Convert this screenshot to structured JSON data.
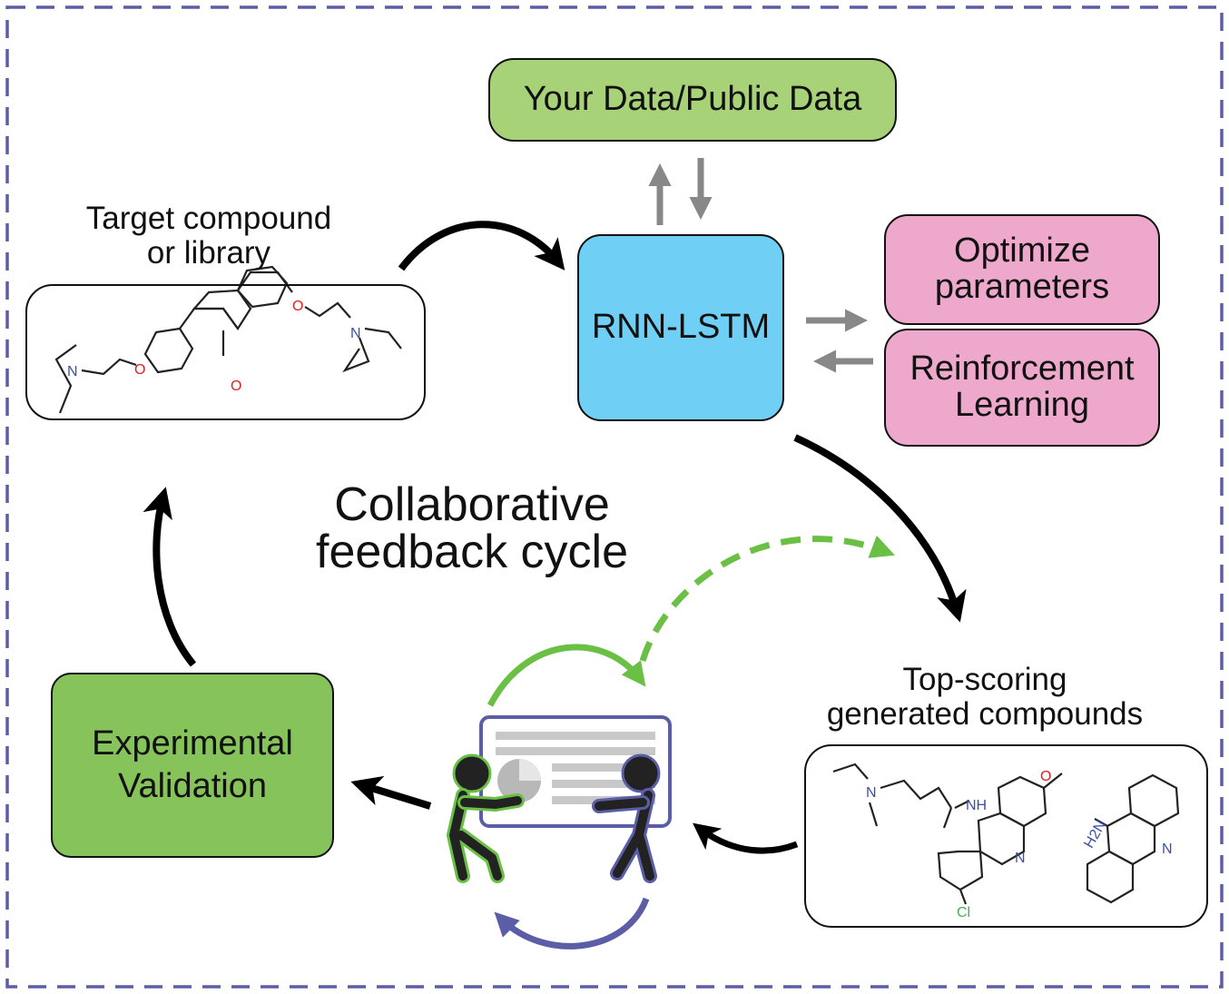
{
  "nodes": {
    "data_source": "Your Data/Public Data",
    "model": "RNN-LSTM",
    "optimize": "Optimize\nparameters",
    "reinforcement": "Reinforcement\nLearning",
    "experimental": "Experimental\nValidation"
  },
  "labels": {
    "target": "Target compound\nor library",
    "top_scoring": "Top-scoring\ngenerated compounds",
    "cycle": "Collaborative\nfeedback cycle"
  },
  "atoms": {
    "target_N_left": "N",
    "target_O_left": "O",
    "target_O_ketone": "O",
    "target_O_right": "O",
    "target_N_right": "N",
    "gen_N_amine": "N",
    "gen_NH": "NH",
    "gen_O_methoxy": "O",
    "gen_N_ring1": "N",
    "gen_Cl": "Cl",
    "gen_H2N": "H2N",
    "gen_N_ring2": "N"
  },
  "colors": {
    "data_box": "#a8d277",
    "model_box": "#6fcff5",
    "rl_boxes": "#eea8cc",
    "experimental_box": "#86c35b",
    "dashed_frame": "#5b5ea6",
    "green_arrow": "#6abf45",
    "purple_arrow": "#5b5ea6",
    "grey_arrow": "#888888",
    "nitrogen": "#3a4fa8",
    "oxygen": "#e02020",
    "chlorine": "#3ab54a"
  },
  "icons": [
    "presentation-board-icon",
    "person-green-icon",
    "person-purple-icon",
    "pie-chart-icon"
  ]
}
